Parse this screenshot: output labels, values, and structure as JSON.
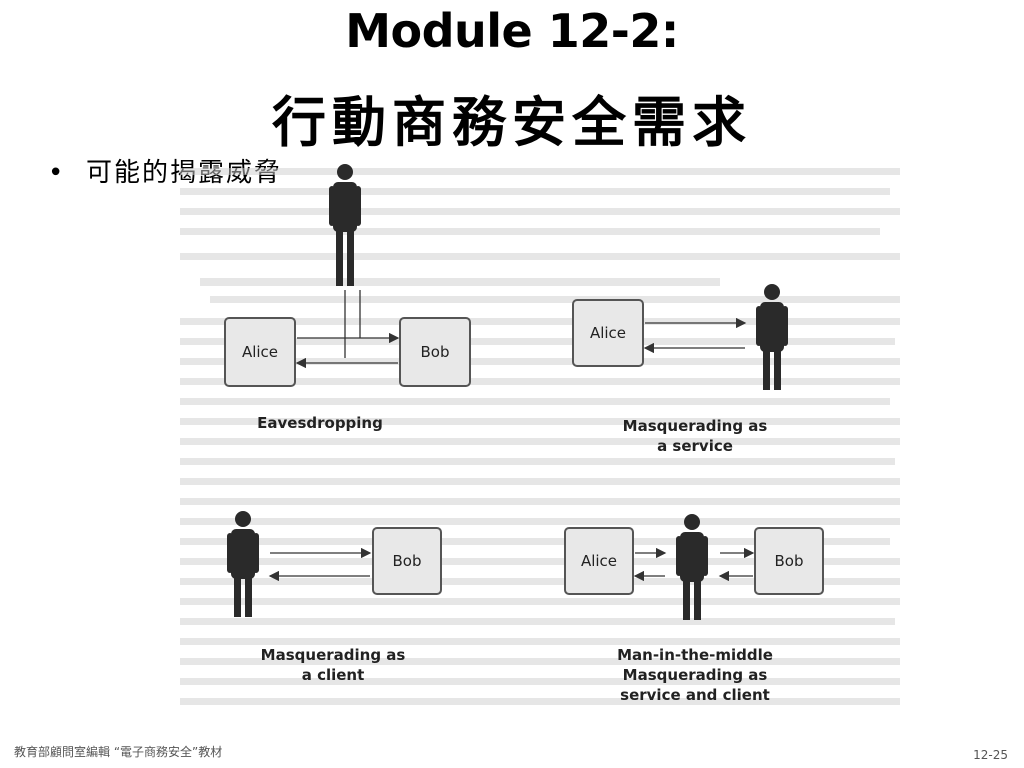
{
  "slide": {
    "title": "Module 12-2:",
    "subtitle": "行動商務安全需求",
    "bullet": "•",
    "bullet_text": "可能的揭露威脅",
    "footer_left": "教育部顧問室編輯 “電子商務安全”教材",
    "page_number": "12-25"
  },
  "figure": {
    "eavesdropping": {
      "alice": "Alice",
      "bob": "Bob",
      "caption": "Eavesdropping"
    },
    "masq_service": {
      "alice": "Alice",
      "caption_line1": "Masquerading as",
      "caption_line2": "a service"
    },
    "masq_client": {
      "bob": "Bob",
      "caption_line1": "Masquerading as",
      "caption_line2": "a client"
    },
    "mitm": {
      "alice": "Alice",
      "bob": "Bob",
      "caption_line1": "Man-in-the-middle",
      "caption_line2": "Masquerading as",
      "caption_line3": "service and client"
    }
  }
}
